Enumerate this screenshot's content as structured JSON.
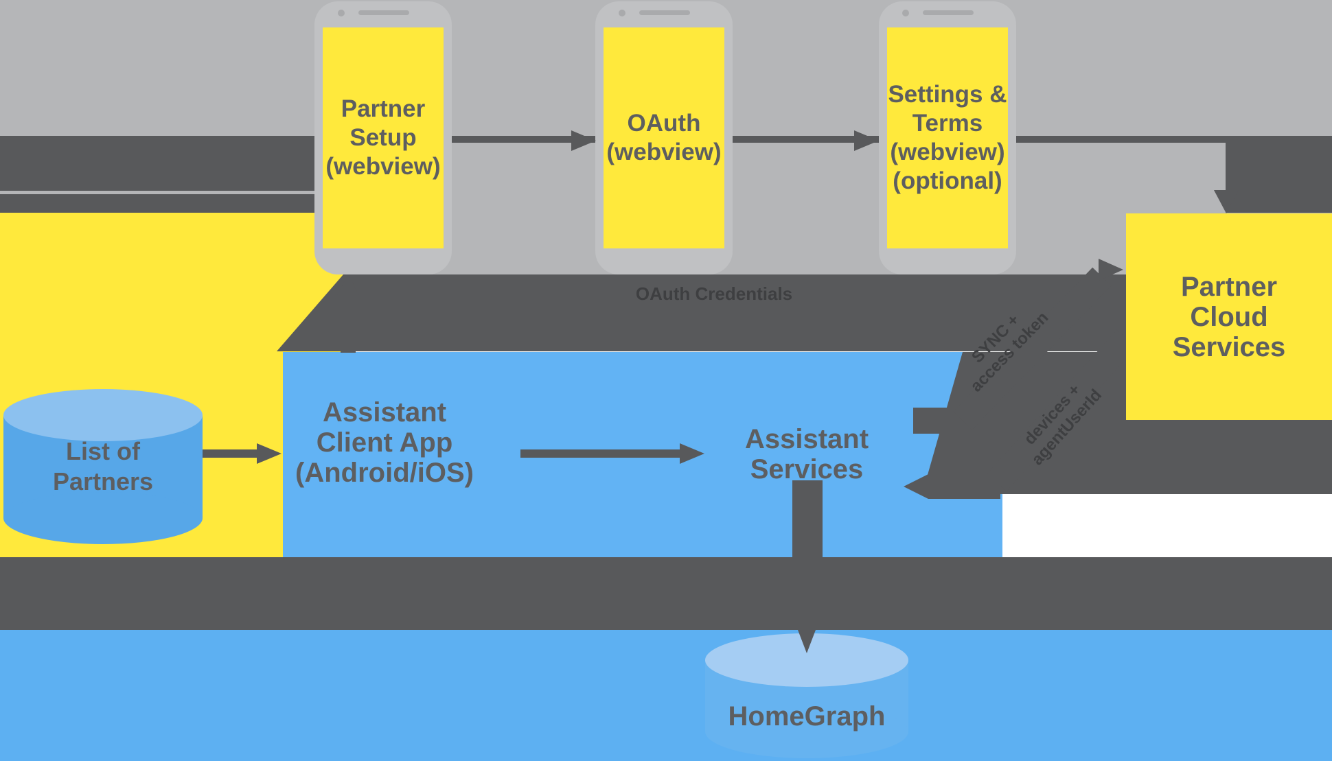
{
  "colors": {
    "silver_band": "#b5b6b8",
    "phone_frame": "#c0c1c3",
    "dark_pipe": "#58595b",
    "partner_yellow": "#ffe93c",
    "google_blue": "#62b3f4",
    "bottom_blue_band": "#5db0f2",
    "list_cylinder_body": "#57a7e8",
    "list_cylinder_top": "#8cc1ef",
    "homegraph_body": "#66b3f0",
    "homegraph_top": "#a5cdf3",
    "text_gray": "#5d5e60"
  },
  "webviews": {
    "partner_setup": {
      "lines": [
        "Partner",
        "Setup",
        "(webview)"
      ]
    },
    "oauth": {
      "lines": [
        "OAuth",
        "(webview)"
      ]
    },
    "settings_terms": {
      "lines": [
        "Settings &",
        "Terms",
        "(webview)",
        "(optional)"
      ]
    }
  },
  "ribbon": {
    "label": "OAuth Credentials"
  },
  "boxes": {
    "partner_cloud": {
      "lines": [
        "Partner",
        "Cloud",
        "Services"
      ]
    },
    "assistant_client": {
      "lines": [
        "Assistant",
        "Client App",
        "(Android/iOS)"
      ]
    },
    "assistant_services": {
      "lines": [
        "Assistant",
        "Services"
      ]
    }
  },
  "datastores": {
    "list_of_partners": {
      "lines": [
        "List of",
        "Partners"
      ]
    },
    "homegraph": {
      "label": "HomeGraph"
    }
  },
  "exchange_arrows": {
    "to_partner_cloud": {
      "lines": [
        "SYNC +",
        "access token"
      ]
    },
    "from_partner_cloud": {
      "lines": [
        "devices +",
        "agentUserId"
      ]
    }
  }
}
